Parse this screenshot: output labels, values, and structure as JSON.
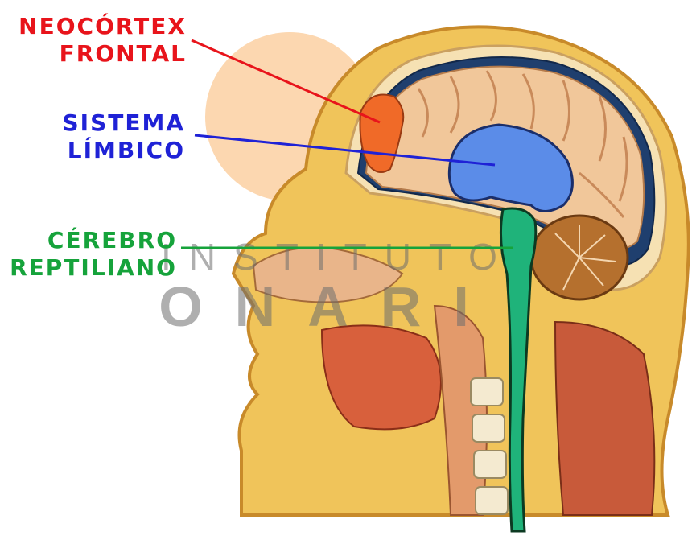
{
  "labels": {
    "neocortex": {
      "line1": "NEOCÓRTEX",
      "line2": "FRONTAL",
      "color": "#e8141b"
    },
    "limbic": {
      "line1": "SISTEMA",
      "line2": "LÍMBICO",
      "color": "#1f22d6"
    },
    "reptilian": {
      "line1": "CÉREBRO",
      "line2": "REPTILIANO",
      "color": "#16a33b"
    }
  },
  "watermark": {
    "line1": "INSTITUTO",
    "line2": "ONARI"
  },
  "colors": {
    "skin": "#f0c45a",
    "brain": "#f1c79a",
    "limbic_fill": "#5b8ce8",
    "brainstem_fill": "#1fb37a",
    "frontal_fill": "#f06a28",
    "sun_circle": "#fcd7b0"
  }
}
